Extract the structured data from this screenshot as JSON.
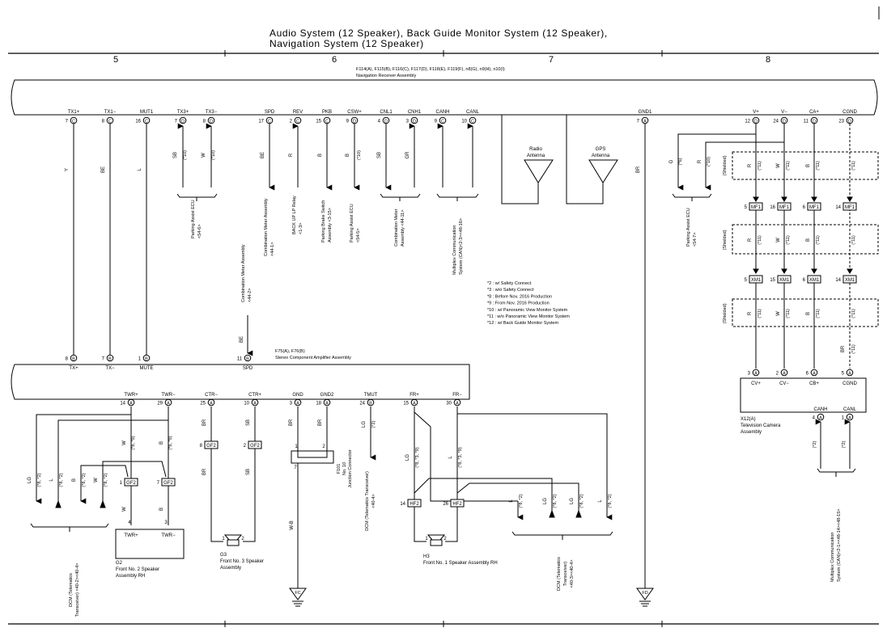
{
  "title_line1": "Audio System (12 Speaker), Back Guide Monitor System (12 Speaker),",
  "title_line2": "Navigation System (12 Speaker)",
  "columns": [
    "5",
    "6",
    "7",
    "8"
  ],
  "receiver": {
    "id": "F114(A), F115(B), F116(C), F117(D), F118(E), F119(F), n8(G), n9(H), n10(I)",
    "name": "Navigation Receiver Assembly",
    "pins": [
      {
        "name": "TX1+",
        "num": "7",
        "conn": "C"
      },
      {
        "name": "TX1−",
        "num": "8",
        "conn": "C"
      },
      {
        "name": "MUT1",
        "num": "16",
        "conn": "C"
      },
      {
        "name": "TX3+",
        "num": "7",
        "conn": "D"
      },
      {
        "name": "TX3−",
        "num": "8",
        "conn": "D"
      },
      {
        "name": "SPD",
        "num": "17",
        "conn": "C"
      },
      {
        "name": "REV",
        "num": "2",
        "conn": "C"
      },
      {
        "name": "PKB",
        "num": "15",
        "conn": "C"
      },
      {
        "name": "CSW+",
        "num": "9",
        "conn": "D"
      },
      {
        "name": "CNL1",
        "num": "4",
        "conn": "D"
      },
      {
        "name": "CNH1",
        "num": "3",
        "conn": "D"
      },
      {
        "name": "CANH",
        "num": "9",
        "conn": "C"
      },
      {
        "name": "CANL",
        "num": "10",
        "conn": "C"
      },
      {
        "name": "GND1",
        "num": "7",
        "conn": "A"
      },
      {
        "name": "V+",
        "num": "12",
        "conn": "D"
      },
      {
        "name": "V−",
        "num": "24",
        "conn": "D"
      },
      {
        "name": "CA+",
        "num": "11",
        "conn": "D"
      },
      {
        "name": "CGND",
        "num": "23",
        "conn": "D"
      }
    ]
  },
  "amplifier": {
    "id": "F75(A), F76(B)",
    "name": "Stereo Component Amplifier Assembly",
    "top_pins": [
      {
        "name": "TX+",
        "num": "8",
        "conn": "B"
      },
      {
        "name": "TX−",
        "num": "7",
        "conn": "B"
      },
      {
        "name": "MUTE",
        "num": "1",
        "conn": "B"
      },
      {
        "name": "SPD",
        "num": "11",
        "conn": "B"
      }
    ],
    "bottom_pins": [
      {
        "name": "TWR+",
        "num": "14",
        "conn": "A"
      },
      {
        "name": "TWR−",
        "num": "29",
        "conn": "A"
      },
      {
        "name": "CTR−",
        "num": "25",
        "conn": "A"
      },
      {
        "name": "CTR+",
        "num": "10",
        "conn": "A"
      },
      {
        "name": "GND",
        "num": "3",
        "conn": "A"
      },
      {
        "name": "GND2",
        "num": "18",
        "conn": "A"
      },
      {
        "name": "TMUT",
        "num": "24",
        "conn": "B"
      },
      {
        "name": "FR+",
        "num": "15",
        "conn": "A"
      },
      {
        "name": "FR−",
        "num": "30",
        "conn": "A"
      }
    ]
  },
  "camera": {
    "id": "X12(A)",
    "name": "Television Camera",
    "name2": "Assembly",
    "pins": [
      {
        "name": "CV+",
        "num": "3",
        "conn": "A"
      },
      {
        "name": "CV−",
        "num": "2",
        "conn": "A"
      },
      {
        "name": "CB+",
        "num": "6",
        "conn": "A"
      },
      {
        "name": "CGND",
        "num": "5",
        "conn": "A"
      },
      {
        "name": "CANH",
        "num": "4",
        "conn": "A"
      },
      {
        "name": "CANL",
        "num": "1",
        "conn": "A"
      }
    ]
  },
  "wires": {
    "y": "Y",
    "be": "BE",
    "l": "L",
    "sb": "SB",
    "w": "W",
    "r": "R",
    "b": "B",
    "gr": "GR",
    "br": "BR",
    "g": "G",
    "lg": "LG",
    "w_b": "W-B"
  },
  "notes": {
    "n6": "(*6)",
    "n10": "(*10)",
    "n11": "(*11)",
    "n2": "(*2)",
    "n8_9": "(*8, *9)",
    "n8_2": "(*8, *2)",
    "n8_3_9": "(*8, *3, *9)",
    "n8_3_9b": "(*8, *3, *9)"
  },
  "shielded": "(Shielded)",
  "connectors": {
    "mf1": "MF1",
    "xm1": "XM1",
    "gf2": "GF2",
    "hf2": "HF2",
    "mf1_pins": [
      "5",
      "16",
      "6",
      "14"
    ],
    "xm1_pins": [
      "5",
      "15",
      "6",
      "14"
    ]
  },
  "ground": {
    "fc": "FC",
    "fd": "FD"
  },
  "antennas": {
    "radio1": "Radio",
    "radio2": "Antenna",
    "gps1": "GPS",
    "gps2": "Antenna"
  },
  "components": {
    "g2_id": "G2",
    "g2_name1": "Front No. 2 Speaker",
    "g2_name2": "Assembly RH",
    "g2_twr_plus": "TWR+",
    "g2_twr_minus": "TWR−",
    "g2_p4": "4",
    "g2_p3": "3",
    "g3_id": "G3",
    "g3_name1": "Front No. 3 Speaker",
    "g3_name2": "Assembly",
    "g3_p1": "1",
    "g3_p2": "2",
    "h3_id": "H3",
    "h3_name1": "Front No. 1 Speaker Assembly RH",
    "h3_p1": "1",
    "h3_p2": "2",
    "jc_p1": "1",
    "jc_p2": "2",
    "jc_p7": "7",
    "jc_id": "F101",
    "jc_name": "No. 10",
    "jc_name2": "Junction Connector",
    "gf2_a": "8",
    "gf2_b": "2",
    "gf2_c": "1",
    "gf2_d": "7",
    "hf2_a": "14",
    "hf2_b": "26"
  },
  "rotated_labels": {
    "parking_assist1": "Parking Assist ECU",
    "parking_assist1_ref": "<54-6>",
    "combo_meter1": "Combination Meter Assembly",
    "combo_meter1_ref": "<44-1>",
    "backup_relay": "BACK UP LP Relay",
    "backup_relay_ref": "<1-3>",
    "brake_switch": "Parking Brake Switch",
    "brake_switch2": "Assembly <3-15>",
    "parking_assist2": "Parking Assist ECU",
    "parking_assist2_ref": "<54-5>",
    "combo_meter2": "Combination Meter",
    "combo_meter2_ref": "Assembly <44-11>",
    "multiplex1": "Multiplex Communication",
    "multiplex1_ref": "System (CAN)<2-3><48-16>",
    "combo_meter3": "Combination Meter Assembly",
    "combo_meter3_ref": "<44-2>",
    "parking_assist3": "Parking Assist ECU",
    "parking_assist3_ref": "<54-7>",
    "dcm1": "DCM (Telematics",
    "dcm1_ref": "Transceiver) <40-2><40-4>",
    "dcm2": "DCM (Telematics Transceiver)",
    "dcm2_ref": "<40-4>",
    "dcm3": "DCM (Telematics",
    "dcm3_ref": "Transceiver)",
    "dcm3_ref2": "<40-3><40-4>",
    "multiplex2": "Multiplex Communication",
    "multiplex2_ref": "System (CAN)<2-1><48-14><48-15>",
    "tmut_wire": "DCM (Telematics Transceiver)"
  },
  "legend": [
    "*2 : w/ Safety Connect",
    "*3 : w/o Safety Connect",
    "*8 : Before Nov. 2016 Production",
    "*9 : From Nov. 2016 Production",
    "*10 : w/ Panoramic View Monitor System",
    "*11 : w/o Panoramic View Monitor System",
    "*12 : w/ Back Guide Monitor System"
  ]
}
